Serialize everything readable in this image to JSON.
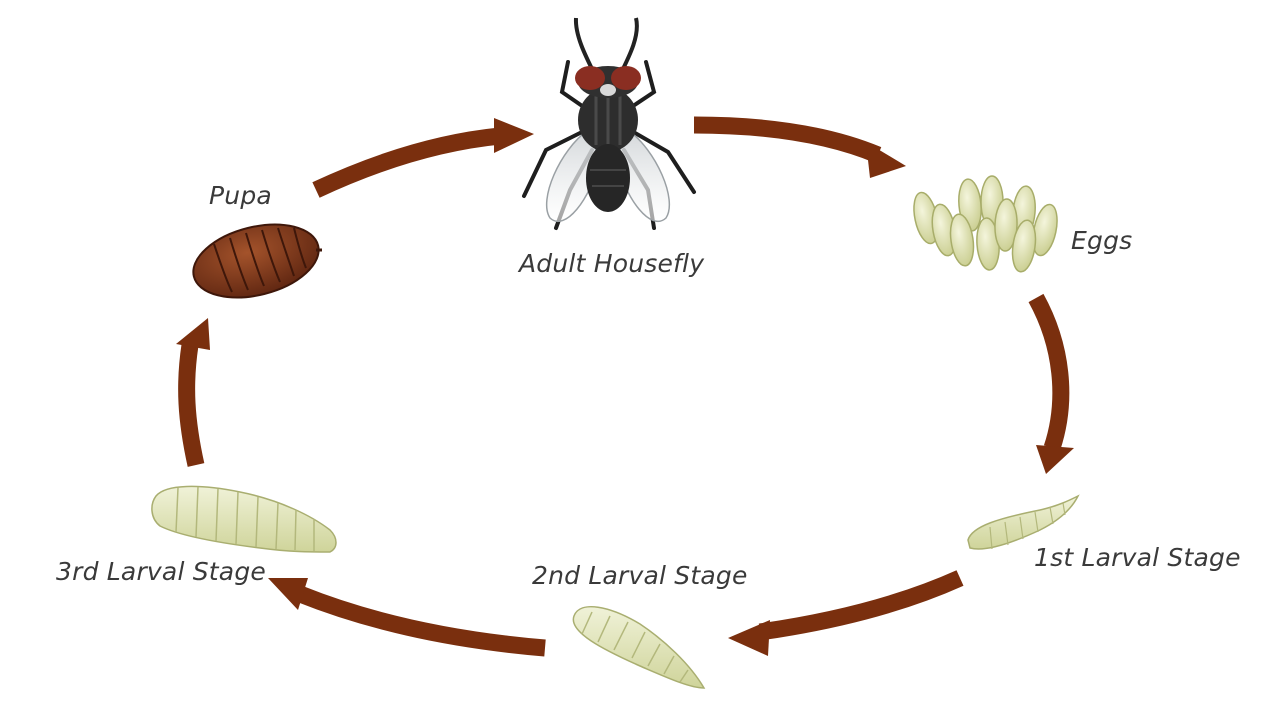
{
  "diagram": {
    "stages": [
      {
        "id": "adult",
        "label": "Adult Housefly"
      },
      {
        "id": "eggs",
        "label": "Eggs"
      },
      {
        "id": "first",
        "label": "1st Larval Stage"
      },
      {
        "id": "second",
        "label": "2nd Larval Stage"
      },
      {
        "id": "third",
        "label": "3rd Larval Stage"
      },
      {
        "id": "pupa",
        "label": "Pupa"
      }
    ],
    "colors": {
      "arrow": "#7a2f0e",
      "egg": "#dfe2b0",
      "larva": "#e3e7bf",
      "pupa": "#7a3418",
      "fly_body": "#2b2b2b",
      "fly_eye": "#8a2e22"
    }
  }
}
